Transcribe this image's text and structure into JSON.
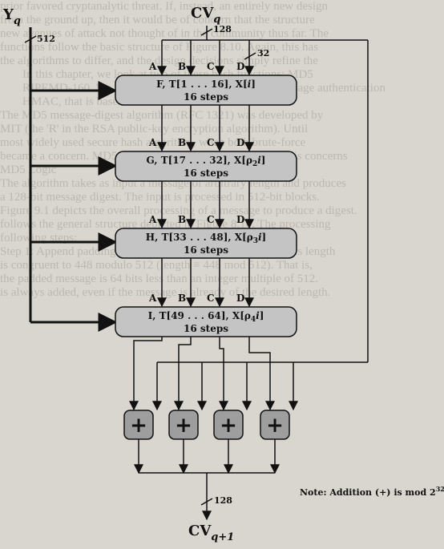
{
  "background_lines": [
    "prior favored cryptanalytic threat. If, instead, an entirely new design",
    "from the ground up, then it would be of concern that the structure",
    "new avenues of attack not thought of in the community thus far. The",
    "functions follow the basic structure of Figure 8.10. Again, this has",
    "the algorithms to differ, and the design decisions simply refine the",
    "",
    "In this chapter, we look at two of these hash functions: MD5",
    "RIPEMD-160. We then look at an Internet-standard message authentication",
    "HMAC, that is based on the use of a hash function.",
    "",
    "",
    "",
    "",
    "",
    "",
    "",
    "The MD5 message-digest algorithm (RFC 1321) was developed by",
    "MIT (the 'R' in the RSA public-key encryption algorithm). Until",
    "most widely used secure hash algorithm, when both brute-force",
    "became a concern. MD5 has been widely used in cryptanalysis concerns",
    "",
    "MD5 Logic",
    "The algorithm takes as input a message of arbitrary length and produces",
    "a 128-bit message digest. The input is processed in 512-bit blocks.",
    "Figure 9.1 depicts the overall processing of a message to produce a digest.",
    "follows the general structure depicted in Figure 8.10. The processing",
    "following steps:",
    "",
    "Step 1: Append padding bits. The message is padded so that its length",
    "is congruent to 448 modulo 512 (length ≡ 448 mod 512). That is,",
    "the padded message is 64 bits less than an integer multiple of 512.",
    "is always added, even if the message is already of the desired length."
  ],
  "inputs": {
    "y": "Y",
    "y_sub": "q",
    "cv": "CV",
    "cv_sub": "q"
  },
  "widths": {
    "y": "512",
    "cv_in": "128",
    "word": "32",
    "cv_out": "128"
  },
  "line_labels": [
    "A",
    "B",
    "C",
    "D"
  ],
  "steps": [
    {
      "name": "F, T[1 . . . 16], X[",
      "idx": "i",
      "suffix": "]",
      "label": "16 steps"
    },
    {
      "name": "G, T[17 . . . 32], X[ρ",
      "sub": "2",
      "idx": "i",
      "suffix": "]",
      "label": "16 steps"
    },
    {
      "name": "H, T[33 . . . 48], X[ρ",
      "sub": "3",
      "idx": "i",
      "suffix": "]",
      "label": "16 steps"
    },
    {
      "name": "I, T[49 . . . 64], X[ρ",
      "sub": "4",
      "idx": "i",
      "suffix": "]",
      "label": "16 steps"
    }
  ],
  "adder_symbol": "+",
  "output": {
    "cv": "CV",
    "cv_sub": "q+1"
  },
  "note": "Note:  Addition (+) is mod 2",
  "note_exp": "32",
  "note_end": "."
}
